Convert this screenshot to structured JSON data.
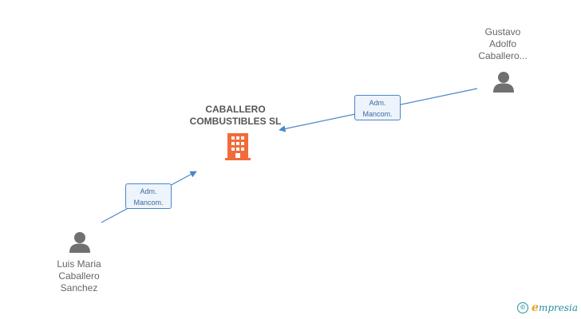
{
  "company": {
    "name_line1": "CABALLERO",
    "name_line2": "COMBUSTIBLES SL",
    "color": "#f26b3a",
    "icon": "building-icon"
  },
  "people": [
    {
      "id": "gustavo",
      "lines": [
        "Gustavo",
        "Adolfo",
        "Caballero..."
      ],
      "icon": "person-icon"
    },
    {
      "id": "luis",
      "lines": [
        "Luis Maria",
        "Caballero",
        "Sanchez"
      ],
      "icon": "person-icon"
    }
  ],
  "edges": [
    {
      "from": "gustavo",
      "to": "company",
      "label_line1": "Adm.",
      "label_line2": "Mancom."
    },
    {
      "from": "luis",
      "to": "company",
      "label_line1": "Adm.",
      "label_line2": "Mancom."
    }
  ],
  "colors": {
    "edge": "#4a86c8",
    "person": "#707070"
  },
  "brand": {
    "copyright": "©",
    "mark": "e",
    "rest": "mpresia"
  }
}
